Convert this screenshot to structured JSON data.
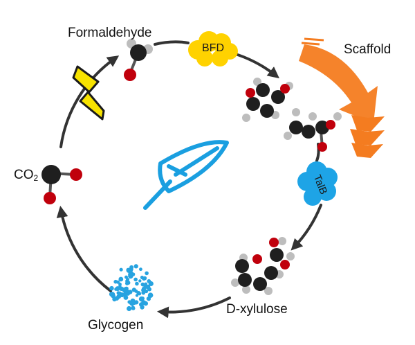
{
  "labels": {
    "formaldehyde": "Formaldehyde",
    "scaffold": "Scaffold",
    "co2_main": "CO",
    "co2_sub": "2",
    "d_xylulose": "D-xylulose",
    "glycogen": "Glycogen"
  },
  "enzymes": {
    "bfd": "BFD",
    "talb": "TalB"
  },
  "icons": {
    "lightning": "lightning-bolt-icon",
    "feather": "feather-icon",
    "scaffold_arrow": "scaffold-chevron-arrow-icon"
  },
  "colors": {
    "cycle_arrow": "#333333",
    "carbon": "#1f1f1f",
    "oxygen": "#c0000c",
    "hydrogen": "#bdbdbd",
    "bfd_cloud": "#ffd200",
    "talb_cloud": "#1ea4e6",
    "feather": "#1a9fe0",
    "scaffold": "#f47c20",
    "lightning": "#f7e300",
    "glycogen": "#27a3e0"
  }
}
